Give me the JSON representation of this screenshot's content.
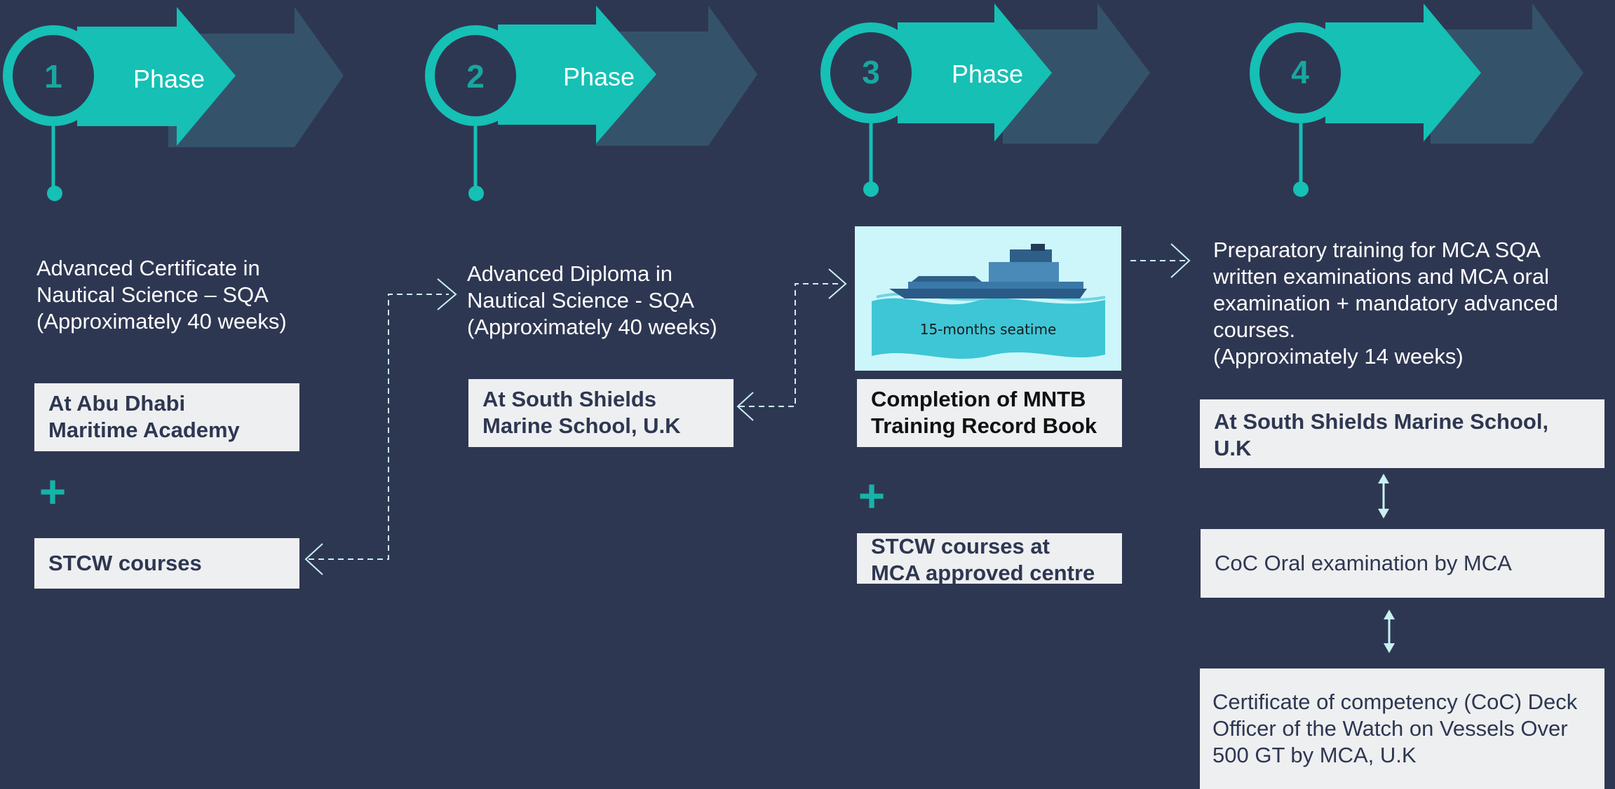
{
  "colors": {
    "background": "#2e3752",
    "accent": "#16c0b5",
    "arrow_shadow": "#34536a",
    "box_fill": "#eeeff0",
    "box_text": "#2e3752",
    "connector": "#c9f0f2"
  },
  "phases": [
    {
      "number": "1",
      "label": "Phase",
      "description": "Advanced Certificate in\nNautical Science – SQA\n(Approximately 40 weeks)",
      "location": "At Abu Dhabi\nMaritime Academy",
      "extra": "STCW courses"
    },
    {
      "number": "2",
      "label": "Phase",
      "description": "Advanced Diploma in\nNautical Science - SQA\n(Approximately 40 weeks)",
      "location": "At South Shields\nMarine School, U.K"
    },
    {
      "number": "3",
      "label": "Phase",
      "image_caption": "15-months seatime",
      "completion": "Completion of MNTB\nTraining Record Book",
      "extra": "STCW courses at\nMCA approved centre"
    },
    {
      "number": "4",
      "label": "",
      "description": "Preparatory training for MCA SQA\nwritten examinations and MCA oral\nexamination + mandatory advanced\ncourses.\n(Approximately 14 weeks)",
      "location": "At South Shields Marine School,\nU.K",
      "oral_exam": "CoC Oral examination by MCA",
      "certificate": "Certificate of competency (CoC) Deck\nOfficer of the Watch on Vessels Over\n500 GT by MCA, U.K"
    }
  ]
}
